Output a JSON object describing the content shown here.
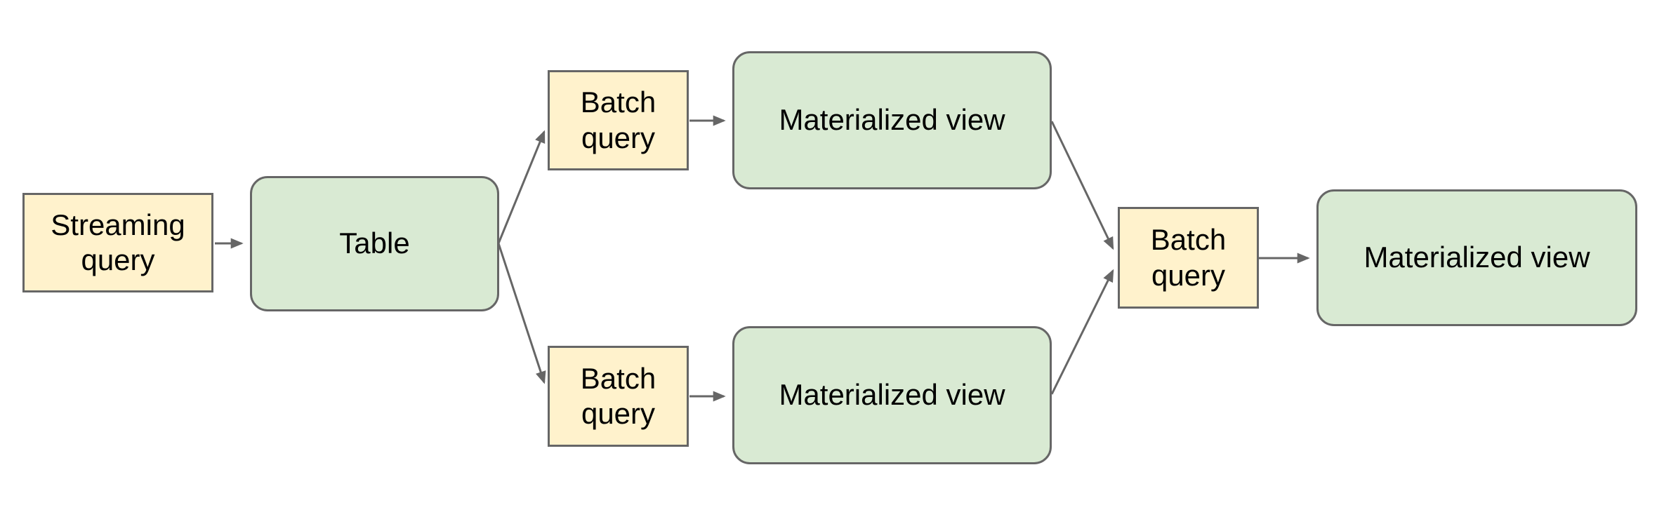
{
  "colors": {
    "background": "#ffffff",
    "query_fill": "#fff2cc",
    "table_fill": "#d9ead3",
    "border": "#666666",
    "connector": "#666666",
    "text": "#000000"
  },
  "nodes": {
    "streaming_query": {
      "label": "Streaming query",
      "kind": "query"
    },
    "table": {
      "label": "Table",
      "kind": "table"
    },
    "batch_query_top": {
      "label": "Batch query",
      "kind": "query"
    },
    "materialized_view_top": {
      "label": "Materialized view",
      "kind": "table"
    },
    "batch_query_bottom": {
      "label": "Batch query",
      "kind": "query"
    },
    "materialized_view_bottom": {
      "label": "Materialized view",
      "kind": "table"
    },
    "batch_query_center": {
      "label": "Batch query",
      "kind": "query"
    },
    "materialized_view_right": {
      "label": "Materialized view",
      "kind": "table"
    }
  },
  "edges": [
    {
      "from": "streaming_query",
      "to": "table"
    },
    {
      "from": "table",
      "to": "batch_query_top"
    },
    {
      "from": "batch_query_top",
      "to": "materialized_view_top"
    },
    {
      "from": "table",
      "to": "batch_query_bottom"
    },
    {
      "from": "batch_query_bottom",
      "to": "materialized_view_bottom"
    },
    {
      "from": "materialized_view_top",
      "to": "batch_query_center"
    },
    {
      "from": "materialized_view_bottom",
      "to": "batch_query_center"
    },
    {
      "from": "batch_query_center",
      "to": "materialized_view_right"
    }
  ]
}
